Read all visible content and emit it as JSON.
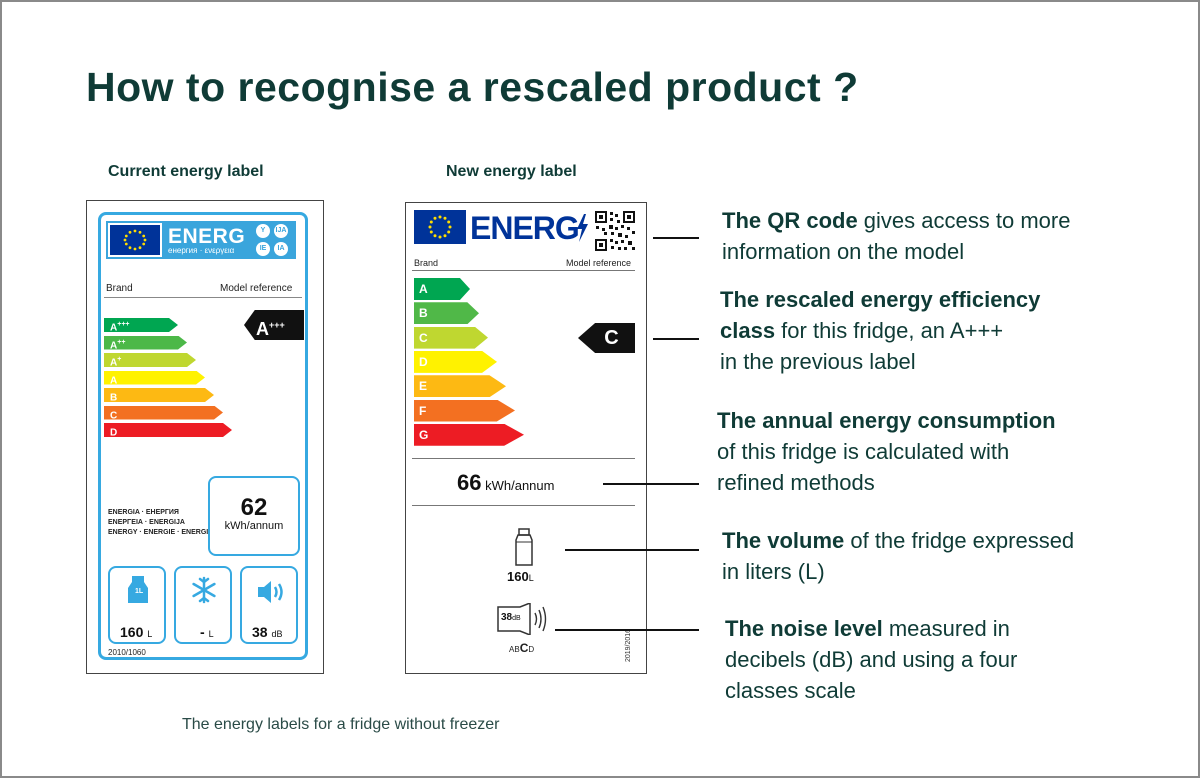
{
  "title": "How to recognise a rescaled product ?",
  "current_label": {
    "heading": "Current energy label",
    "energ_word": "ENERG",
    "energ_sub": "енергия · ενεργεια",
    "lang_badges": [
      "Y",
      "IJA",
      "IE",
      "IA"
    ],
    "brand": "Brand",
    "model": "Model reference",
    "classes": [
      {
        "letter": "A",
        "sup": "+++",
        "color": "#00a651"
      },
      {
        "letter": "A",
        "sup": "++",
        "color": "#4cb848"
      },
      {
        "letter": "A",
        "sup": "+",
        "color": "#bfd730"
      },
      {
        "letter": "A",
        "sup": "",
        "color": "#fff200"
      },
      {
        "letter": "B",
        "sup": "",
        "color": "#fdb913"
      },
      {
        "letter": "C",
        "sup": "",
        "color": "#f37021"
      },
      {
        "letter": "D",
        "sup": "",
        "color": "#ed1c24"
      }
    ],
    "rating": {
      "letter": "A",
      "sup": "+++"
    },
    "multilang": [
      "ENERGIA · ЕНЕРГИЯ",
      "ΕΝΕΡΓΕΙΑ · ENERGIJA",
      "ENERGY · ENERGIE · ENERGI"
    ],
    "consumption_value": "62",
    "consumption_unit": "kWh/annum",
    "volume_value": "160",
    "volume_unit": "L",
    "freezer_value": "-",
    "freezer_unit": "L",
    "noise_value": "38",
    "noise_unit": "dB",
    "regulation": "2010/1060",
    "carton_label": "1L"
  },
  "new_label": {
    "heading": "New energy label",
    "energ_word": "ENERG",
    "brand": "Brand",
    "model": "Model reference",
    "classes": [
      {
        "letter": "A",
        "color": "#00a651"
      },
      {
        "letter": "B",
        "color": "#50b848"
      },
      {
        "letter": "C",
        "color": "#bfd730"
      },
      {
        "letter": "D",
        "color": "#fff200"
      },
      {
        "letter": "E",
        "color": "#fdb913"
      },
      {
        "letter": "F",
        "color": "#f37021"
      },
      {
        "letter": "G",
        "color": "#ed1c24"
      }
    ],
    "rating": "C",
    "consumption_value": "66",
    "consumption_unit": "kWh/annum",
    "volume_value": "160",
    "volume_unit": "L",
    "noise_value": "38",
    "noise_unit": "dB",
    "noise_scale": [
      "A",
      "B",
      "C",
      "D"
    ],
    "regulation_vertical": "2019/2016"
  },
  "callouts": {
    "qr": {
      "bold": "The QR code",
      "line1_rest": " gives access to more",
      "line2": "information on the model"
    },
    "class": {
      "line1": "The rescaled energy efficiency",
      "line2_bold": "class",
      "line2_rest": " for this fridge, an A+++",
      "line3": "in the previous label"
    },
    "consumption": {
      "line1": "The annual energy consumption",
      "line2": "of this fridge is calculated with",
      "line3": "refined methods"
    },
    "volume": {
      "bold": "The volume",
      "line1_rest": " of the fridge expressed",
      "line2": "in liters (L)"
    },
    "noise": {
      "bold": "The noise level",
      "line1_rest": " measured in",
      "line2": "decibels (dB) and using a four",
      "line3": "classes scale"
    }
  },
  "caption": "The energy labels for a fridge without freezer"
}
